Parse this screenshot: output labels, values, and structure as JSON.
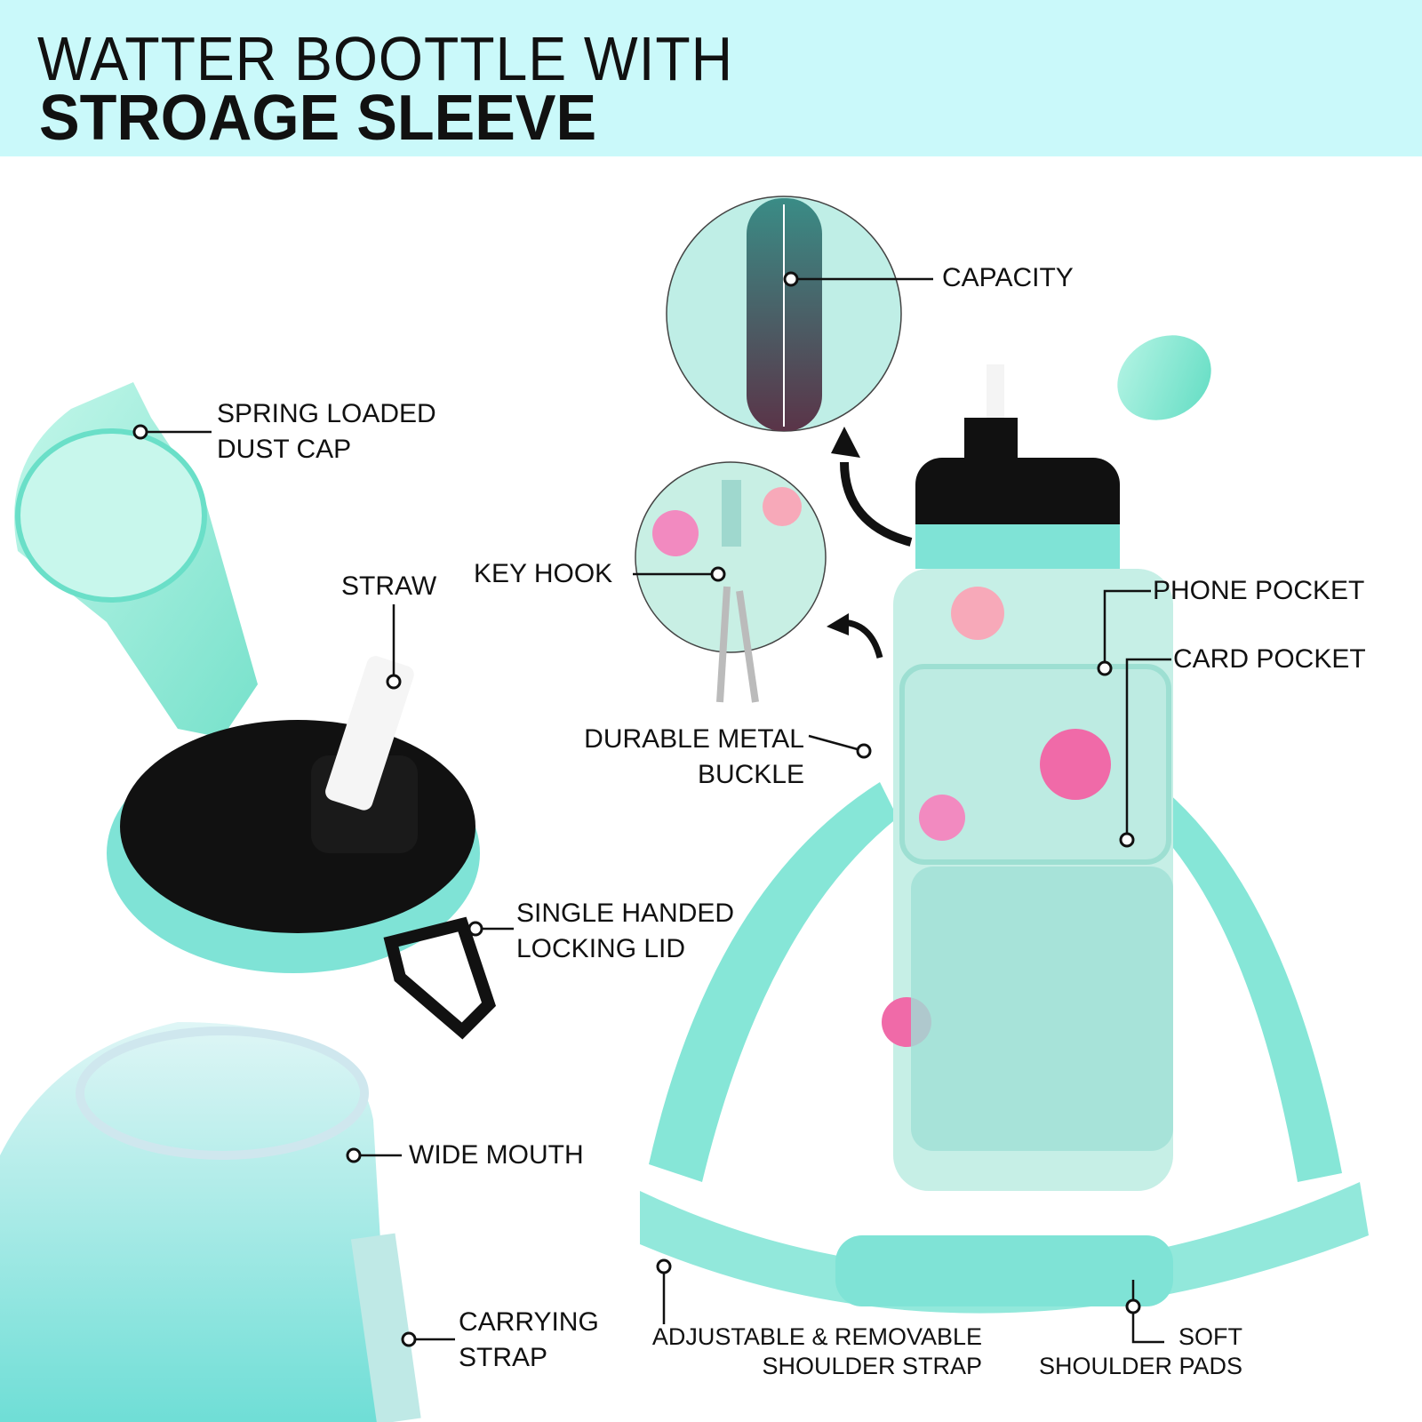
{
  "header": {
    "title_line1": "WATTER BOOTTLE WITH",
    "title_line2": "STROAGE SLEEVE",
    "background": "#caf9fa"
  },
  "colors": {
    "accent_teal": "#7fe3d6",
    "lid_black": "#111111",
    "floral_pink": "#f06aa8"
  },
  "callouts": {
    "dust_cap": {
      "line1": "SPRING LOADED",
      "line2": "DUST CAP"
    },
    "straw": "STRAW",
    "key_hook": "KEY HOOK",
    "capacity": "CAPACITY",
    "phone_pocket": "PHONE POCKET",
    "card_pocket": "CARD POCKET",
    "buckle": {
      "line1": "DURABLE METAL",
      "line2": "BUCKLE"
    },
    "locking_lid": {
      "line1": "SINGLE HANDED",
      "line2": "LOCKING LID"
    },
    "wide_mouth": "WIDE MOUTH",
    "carrying_strap": {
      "line1": "CARRYING",
      "line2": "STRAP"
    },
    "shoulder_strap": {
      "line1": "ADJUSTABLE & REMOVABLE",
      "line2": "SHOULDER STRAP"
    },
    "shoulder_pads": {
      "line1": "SOFT",
      "line2": "SHOULDER PADS"
    }
  }
}
